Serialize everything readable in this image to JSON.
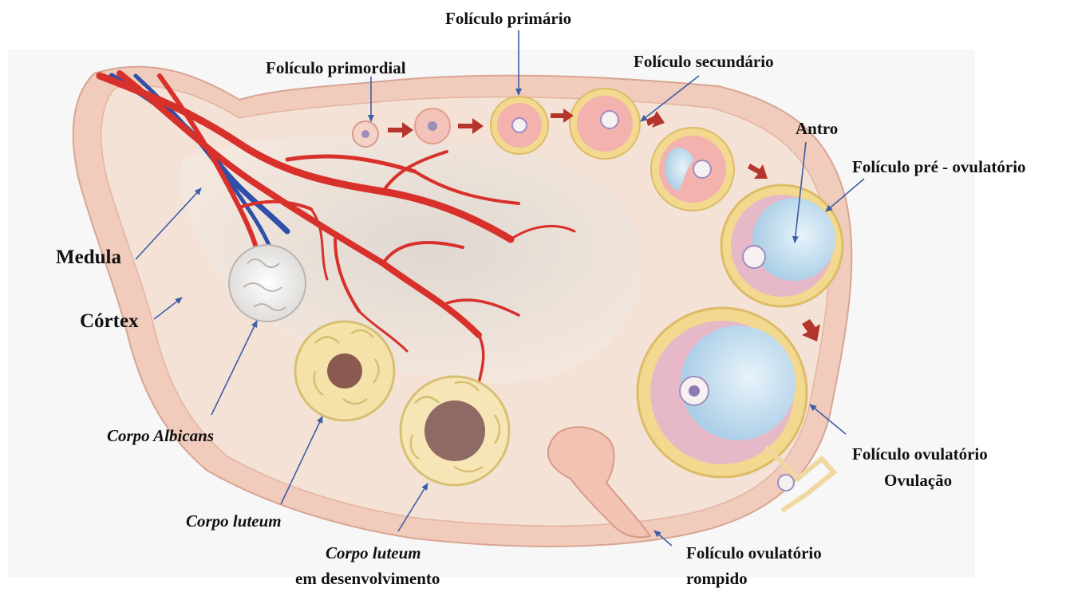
{
  "labels": {
    "primordial": "Folículo primordial",
    "primario": "Folículo primário",
    "secundario": "Folículo secundário",
    "antro": "Antro",
    "pre_ovulatorio": "Folículo pré - ovulatório",
    "medula": "Medula",
    "cortex": "Córtex",
    "corpo_albicans": "Corpo Albicans",
    "corpo_luteum": "Corpo luteum",
    "corpo_luteum_dev_1": "Corpo luteum",
    "corpo_luteum_dev_2": "em desenvolvimento",
    "ovulatorio_1": "Folículo ovulatório",
    "ovulatorio_2": "Ovulação",
    "rompido_1": "Folículo ovulatório",
    "rompido_2": "rompido"
  },
  "colors": {
    "tissue": "#f6e6dc",
    "cortex_band": "#f0c6b4",
    "stroma": "#ece3dc",
    "vessel_red": "#d8302a",
    "vessel_blue": "#2f4fa8",
    "follicle_pink": "#f3b2ae",
    "theca_yellow": "#f2d98f",
    "antrum_blue": "#cfe4f2",
    "luteum_yellow": "#f4e2a8",
    "pointer_blue": "#3b5ea8",
    "progress_arrow": "#b5352c"
  },
  "icons": [
    "progress-arrow-icon",
    "pointer-arrow-icon"
  ]
}
